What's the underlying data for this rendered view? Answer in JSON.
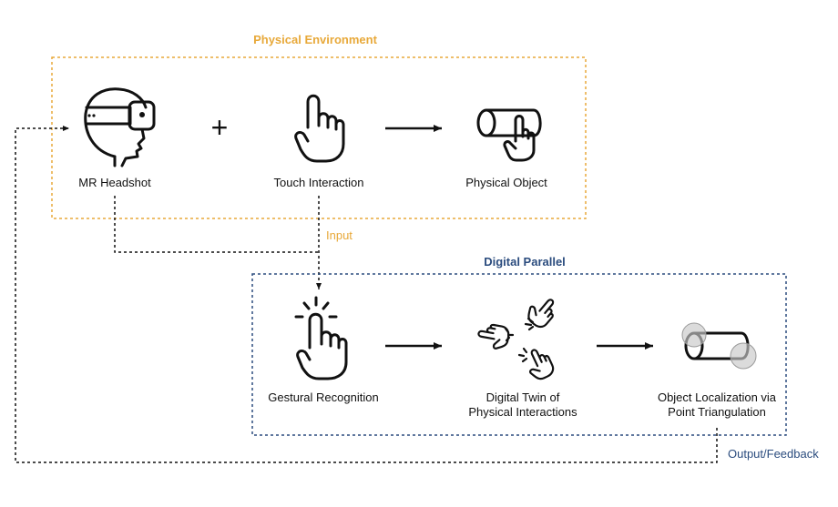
{
  "colors": {
    "physical_accent": "#E8A93A",
    "digital_accent": "#2B4C7E",
    "stroke": "#111111",
    "marker_fill": "#C8C8C8"
  },
  "physical_environment": {
    "title": "Physical Environment",
    "nodes": [
      {
        "label": "MR Headshot",
        "icon": "vr-headset-icon"
      },
      {
        "label": "Touch Interaction",
        "icon": "pointing-hand-icon"
      },
      {
        "label": "Physical Object",
        "icon": "hand-touching-cylinder-icon"
      }
    ],
    "operator": "+"
  },
  "input_label": "Input",
  "digital_parallel": {
    "title": "Digital Parallel",
    "nodes": [
      {
        "label": "Gestural Recognition",
        "icon": "tapping-hand-icon"
      },
      {
        "label_line1": "Digital Twin of",
        "label_line2": "Physical Interactions",
        "icon": "multiple-pointing-hands-icon"
      },
      {
        "label_line1": "Object Localization via",
        "label_line2": "Point Triangulation",
        "icon": "cylinder-with-points-icon"
      }
    ]
  },
  "feedback_label": "Output/Feedback"
}
